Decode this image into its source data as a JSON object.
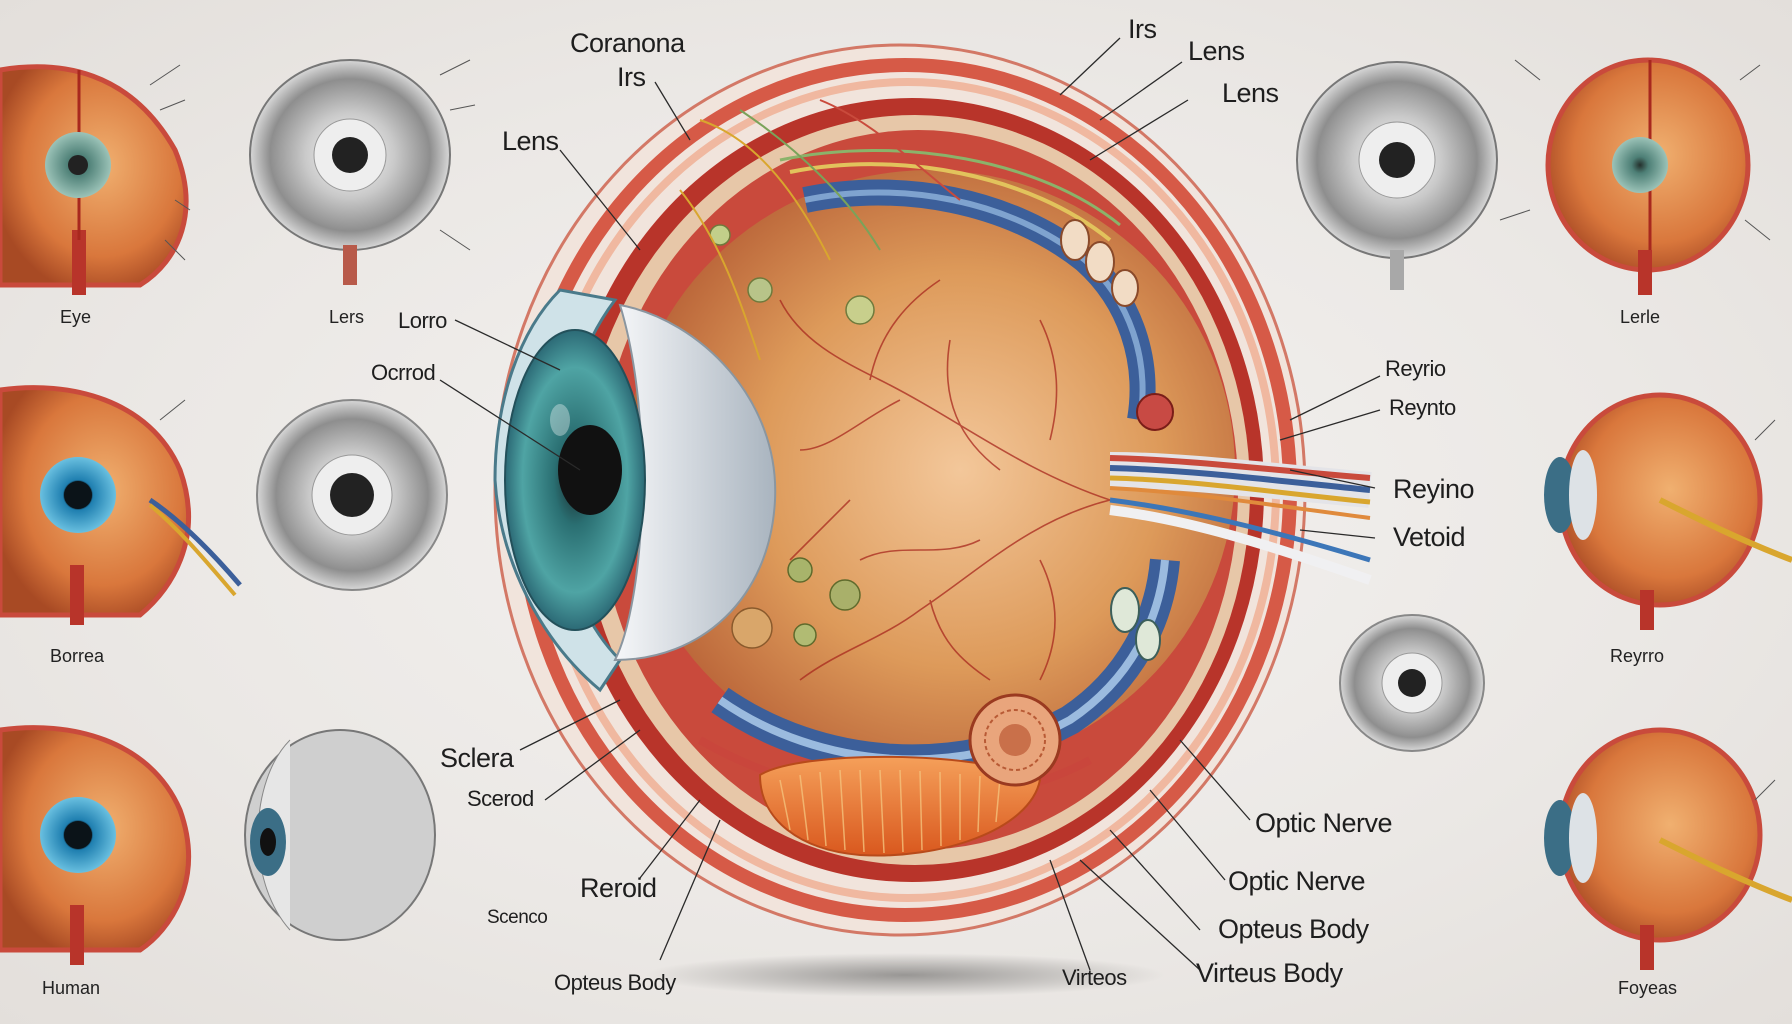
{
  "main_labels": [
    {
      "id": "coranona",
      "text": "Coranona"
    },
    {
      "id": "irs-left",
      "text": "Irs"
    },
    {
      "id": "irs-top",
      "text": "Irs"
    },
    {
      "id": "lens-top1",
      "text": "Lens"
    },
    {
      "id": "lens-top2",
      "text": "Lens"
    },
    {
      "id": "lens-left",
      "text": "Lens"
    },
    {
      "id": "lorro",
      "text": "Lorro"
    },
    {
      "id": "ocrrod",
      "text": "Ocrrod"
    },
    {
      "id": "reyrio",
      "text": "Reyrio"
    },
    {
      "id": "reynto",
      "text": "Reynto"
    },
    {
      "id": "reyino",
      "text": "Reyino"
    },
    {
      "id": "vetoid",
      "text": "Vetoid"
    },
    {
      "id": "sclera",
      "text": "Sclera"
    },
    {
      "id": "scerod",
      "text": "Scerod"
    },
    {
      "id": "reroid",
      "text": "Reroid"
    },
    {
      "id": "scenco",
      "text": "Scenco"
    },
    {
      "id": "opteus-body",
      "text": "Opteus Body"
    },
    {
      "id": "virteos",
      "text": "Virteos"
    },
    {
      "id": "optic-nerve-1",
      "text": "Optic Nerve"
    },
    {
      "id": "optic-nerve-2",
      "text": "Optic Nerve"
    },
    {
      "id": "opteus-body-2",
      "text": "Opteus Body"
    },
    {
      "id": "virteus-body",
      "text": "Virteus Body"
    }
  ],
  "thumb_captions": [
    {
      "id": "eye",
      "text": "Eye"
    },
    {
      "id": "lers",
      "text": "Lers"
    },
    {
      "id": "lerle",
      "text": "Lerle"
    },
    {
      "id": "borrea",
      "text": "Borrea"
    },
    {
      "id": "reyrro",
      "text": "Reyrro"
    },
    {
      "id": "human",
      "text": "Human"
    },
    {
      "id": "fovea",
      "text": "Foyeas"
    }
  ],
  "colors": {
    "sclera_red": "#c94a3c",
    "iris_teal": "#3f9a9a",
    "retina_orange": "#d8874a",
    "vessel_red": "#a8281e",
    "nerve_blue": "#3c5f9a",
    "nerve_yellow": "#d9a62e",
    "background": "#ece9e6"
  },
  "icons": [
    "eye-cross-section-icon",
    "eye-front-view-icon"
  ]
}
